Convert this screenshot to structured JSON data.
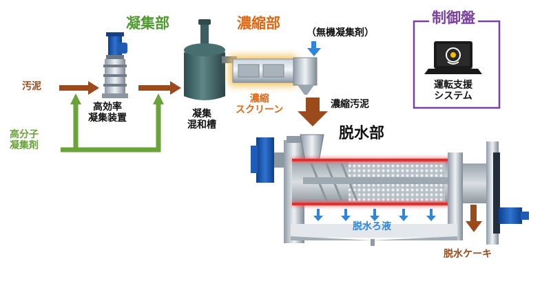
{
  "sections": {
    "coagulation": "凝集部",
    "thickening": "濃縮部",
    "dewatering": "脱水部",
    "control": "制御盤"
  },
  "labels": {
    "sludge": "汚泥",
    "polymer": "高分子\n凝集剤",
    "high_efficiency": "高効率\n凝集装置",
    "mixing_tank": "凝集\n混和槽",
    "screen": "濃縮\nスクリーン",
    "inorganic": "（無機凝集剤）",
    "thickened": "濃縮汚泥",
    "filtrate": "脱水ろ液",
    "cake": "脱水ケーキ",
    "control_system": "運転支援\nシステム"
  },
  "colors": {
    "green": "#4e9a2e",
    "orange": "#e6650f",
    "brown": "#9b4a1c",
    "purple": "#7b3fa0",
    "red": "#e62e2e",
    "blue": "#2f86d8",
    "label_green_light": "#6aa33a"
  }
}
